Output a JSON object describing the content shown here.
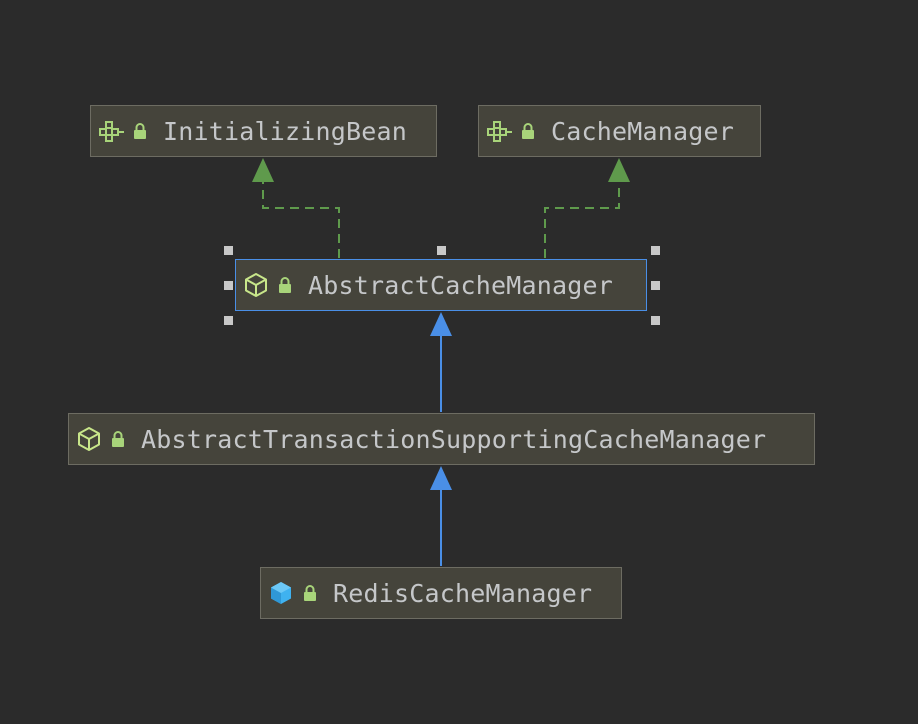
{
  "diagram": {
    "nodes": {
      "initializing_bean": {
        "label": "InitializingBean",
        "kind": "interface"
      },
      "cache_manager": {
        "label": "CacheManager",
        "kind": "interface"
      },
      "abstract_cache_manager": {
        "label": "AbstractCacheManager",
        "kind": "abstract-class",
        "selected": true
      },
      "abstract_tx_cache_manager": {
        "label": "AbstractTransactionSupportingCacheManager",
        "kind": "abstract-class"
      },
      "redis_cache_manager": {
        "label": "RedisCacheManager",
        "kind": "class"
      }
    },
    "edges": [
      {
        "from": "abstract_cache_manager",
        "to": "initializing_bean",
        "type": "implements"
      },
      {
        "from": "abstract_cache_manager",
        "to": "cache_manager",
        "type": "implements"
      },
      {
        "from": "abstract_tx_cache_manager",
        "to": "abstract_cache_manager",
        "type": "extends"
      },
      {
        "from": "redis_cache_manager",
        "to": "abstract_tx_cache_manager",
        "type": "extends"
      }
    ]
  },
  "colors": {
    "background": "#2b2b2b",
    "node_fill": "#45443b",
    "node_border": "#6d6c62",
    "selected_border": "#4a8fe7",
    "implements_edge": "#5f9a4c",
    "extends_edge": "#4a8fe7",
    "interface_icon": "#a8d47a",
    "abstract_icon": "#c8e68a",
    "class_icon": "#3fb2f0",
    "lock_icon": "#a8d47a",
    "label_text": "#c5c7c9"
  }
}
